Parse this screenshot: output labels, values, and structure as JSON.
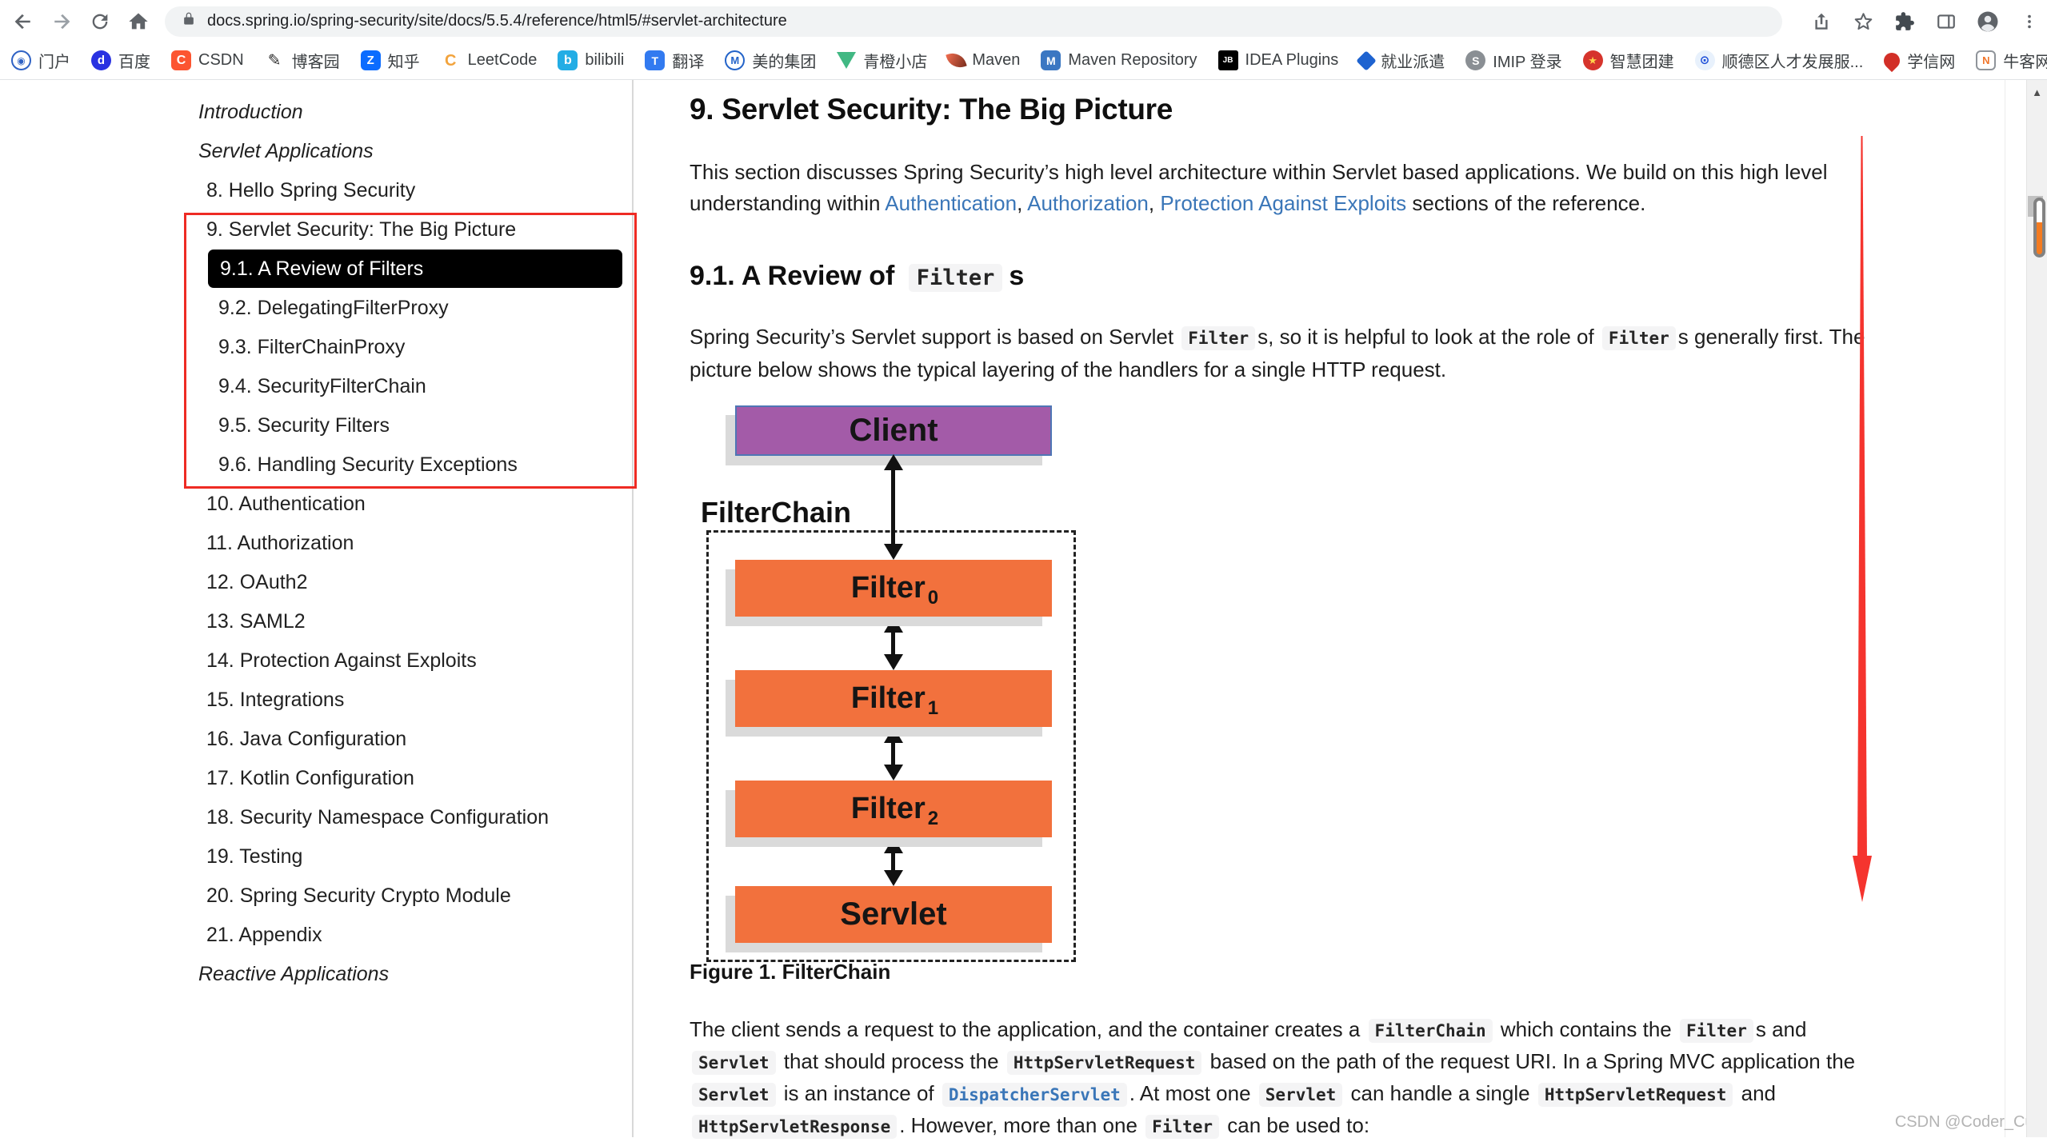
{
  "colors": {
    "annotation_red": "#ee2b24",
    "toc_selected_bg": "#000000",
    "toc_selected_fg": "#ffffff",
    "link_blue": "#3a76b8",
    "inline_code_bg": "#f4f4f5",
    "diagram_client_fill": "#a35ba8",
    "diagram_client_border": "#4f76b5",
    "diagram_filter_fill": "#f2713d",
    "diagram_shadow": "#dadada",
    "scroll_progress_orange": "#f47b20"
  },
  "browser": {
    "url": "docs.spring.io/spring-security/site/docs/5.5.4/reference/html5/#servlet-architecture",
    "overflow_chevron": "»",
    "bookmarks": [
      {
        "id": "portal",
        "label": "门户",
        "icon": "portal-icon",
        "glyph": "◉",
        "shape": "circle",
        "bg": "#ffffff",
        "fg": "#2f62c4",
        "border": "2px solid #2f62c4",
        "fs": 12
      },
      {
        "id": "baidu",
        "label": "百度",
        "icon": "baidu-icon",
        "glyph": "d",
        "shape": "circle",
        "bg": "#2932e1",
        "fg": "#ffffff",
        "fs": 15
      },
      {
        "id": "csdn",
        "label": "CSDN",
        "icon": "csdn-icon",
        "glyph": "C",
        "shape": "rounded",
        "bg": "#fc5531",
        "fg": "#ffffff",
        "fs": 16
      },
      {
        "id": "cnblogs",
        "label": "博客园",
        "icon": "cnblogs-icon",
        "glyph": "✎",
        "shape": "plain",
        "fg": "#2b2b2b",
        "fs": 20
      },
      {
        "id": "zhihu",
        "label": "知乎",
        "icon": "zhihu-icon",
        "glyph": "Z",
        "shape": "rounded",
        "bg": "#0b6cff",
        "fg": "#ffffff",
        "fs": 15
      },
      {
        "id": "leetcode",
        "label": "LeetCode",
        "icon": "leetcode-icon",
        "glyph": "C",
        "shape": "plain",
        "fg": "#f2a33c",
        "fs": 20
      },
      {
        "id": "bilibili",
        "label": "bilibili",
        "icon": "bilibili-icon",
        "glyph": "b",
        "shape": "rounded",
        "bg": "#23ade5",
        "fg": "#ffffff",
        "fs": 16
      },
      {
        "id": "translate",
        "label": "翻译",
        "icon": "translate-icon",
        "glyph": "T",
        "shape": "rounded",
        "bg": "#327af0",
        "fg": "#ffffff",
        "fs": 14
      },
      {
        "id": "midea",
        "label": "美的集团",
        "icon": "midea-icon",
        "glyph": "M",
        "shape": "circle",
        "bg": "#ffffff",
        "fg": "#2464c9",
        "border": "2px solid #2464c9",
        "fs": 13
      },
      {
        "id": "vue",
        "label": "青橙小店",
        "icon": "vue-icon",
        "special": "vue"
      },
      {
        "id": "maven",
        "label": "Maven",
        "icon": "maven-icon",
        "special": "maven"
      },
      {
        "id": "mvnrepo",
        "label": "Maven Repository",
        "icon": "maven-repo-icon",
        "glyph": "M",
        "shape": "rounded",
        "bg": "#3b77c2",
        "fg": "#ffffff",
        "fs": 14
      },
      {
        "id": "idea",
        "label": "IDEA Plugins",
        "icon": "jetbrains-icon",
        "glyph": "JB",
        "shape": "square",
        "bg": "#000000",
        "fg": "#ffffff",
        "fs": 10
      },
      {
        "id": "jiuye",
        "label": "就业派遣",
        "icon": "shield-icon",
        "special": "shield"
      },
      {
        "id": "imip",
        "label": "IMIP 登录",
        "icon": "imip-icon",
        "glyph": "S",
        "shape": "circle",
        "bg": "#8a8f94",
        "fg": "#ffffff",
        "fs": 14
      },
      {
        "id": "tuanjian",
        "label": "智慧团建",
        "icon": "youth-league-icon",
        "glyph": "★",
        "shape": "circle",
        "bg": "#d6342c",
        "fg": "#ffd24a",
        "fs": 13
      },
      {
        "id": "shunde",
        "label": "顺德区人才发展服...",
        "icon": "shunde-icon",
        "glyph": "⊙",
        "shape": "circle",
        "bg": "#e8f1fc",
        "fg": "#1d4ed8",
        "fs": 15
      },
      {
        "id": "chsi",
        "label": "学信网",
        "icon": "chsi-icon",
        "special": "chsi"
      },
      {
        "id": "nowcoder",
        "label": "牛客网",
        "icon": "nowcoder-icon",
        "glyph": "N",
        "shape": "rounded",
        "bg": "#ffffff",
        "fg": "#f0752a",
        "border": "2px solid #8f949a",
        "fs": 13
      }
    ]
  },
  "sidebar": {
    "items": [
      {
        "label": "Introduction",
        "type": "part"
      },
      {
        "label": "Servlet Applications",
        "type": "part"
      },
      {
        "label": "8. Hello Spring Security",
        "type": "chapter"
      },
      {
        "label": "9. Servlet Security: The Big Picture",
        "type": "chapter"
      },
      {
        "label": "9.1. A Review of Filters",
        "type": "section",
        "selected": true
      },
      {
        "label": "9.2. DelegatingFilterProxy",
        "type": "section"
      },
      {
        "label": "9.3. FilterChainProxy",
        "type": "section"
      },
      {
        "label": "9.4. SecurityFilterChain",
        "type": "section"
      },
      {
        "label": "9.5. Security Filters",
        "type": "section"
      },
      {
        "label": "9.6. Handling Security Exceptions",
        "type": "section"
      },
      {
        "label": "10. Authentication",
        "type": "chapter"
      },
      {
        "label": "11. Authorization",
        "type": "chapter"
      },
      {
        "label": "12. OAuth2",
        "type": "chapter"
      },
      {
        "label": "13. SAML2",
        "type": "chapter"
      },
      {
        "label": "14. Protection Against Exploits",
        "type": "chapter"
      },
      {
        "label": "15. Integrations",
        "type": "chapter"
      },
      {
        "label": "16. Java Configuration",
        "type": "chapter"
      },
      {
        "label": "17. Kotlin Configuration",
        "type": "chapter"
      },
      {
        "label": "18. Security Namespace Configuration",
        "type": "chapter"
      },
      {
        "label": "19. Testing",
        "type": "chapter"
      },
      {
        "label": "20. Spring Security Crypto Module",
        "type": "chapter"
      },
      {
        "label": "21. Appendix",
        "type": "chapter"
      },
      {
        "label": "Reactive Applications",
        "type": "part"
      }
    ]
  },
  "content": {
    "h1": "9. Servlet Security: The Big Picture",
    "p1_segments": [
      {
        "t": "text",
        "v": "This section discusses Spring Security’s high level architecture within Servlet based applications. We build on this high level understanding within "
      },
      {
        "t": "link",
        "v": "Authentication"
      },
      {
        "t": "text",
        "v": ", "
      },
      {
        "t": "link",
        "v": "Authorization"
      },
      {
        "t": "text",
        "v": ", "
      },
      {
        "t": "link",
        "v": "Protection Against Exploits"
      },
      {
        "t": "text",
        "v": " sections of the reference."
      }
    ],
    "h2_segments": [
      {
        "t": "text",
        "v": "9.1. A Review of "
      },
      {
        "t": "code",
        "v": "Filter"
      },
      {
        "t": "text",
        "v": "s"
      }
    ],
    "p2_segments": [
      {
        "t": "text",
        "v": "Spring Security’s Servlet support is based on Servlet "
      },
      {
        "t": "code",
        "v": "Filter"
      },
      {
        "t": "text",
        "v": "s, so it is helpful to look at the role of "
      },
      {
        "t": "code",
        "v": "Filter"
      },
      {
        "t": "text",
        "v": "s generally first. The picture below shows the typical layering of the handlers for a single HTTP request."
      }
    ],
    "figure_caption": "Figure 1. FilterChain",
    "p3_segments": [
      {
        "t": "text",
        "v": "The client sends a request to the application, and the container creates a "
      },
      {
        "t": "code",
        "v": "FilterChain"
      },
      {
        "t": "text",
        "v": " which contains the "
      },
      {
        "t": "code",
        "v": "Filter"
      },
      {
        "t": "text",
        "v": "s and "
      },
      {
        "t": "code",
        "v": "Servlet"
      },
      {
        "t": "text",
        "v": " that should process the "
      },
      {
        "t": "code",
        "v": "HttpServletRequest"
      },
      {
        "t": "text",
        "v": " based on the path of the request URI. In a Spring MVC application the "
      },
      {
        "t": "code",
        "v": "Servlet"
      },
      {
        "t": "text",
        "v": " is an instance of "
      },
      {
        "t": "codelink",
        "v": "DispatcherServlet"
      },
      {
        "t": "text",
        "v": ". At most one "
      },
      {
        "t": "code",
        "v": "Servlet"
      },
      {
        "t": "text",
        "v": " can handle a single "
      },
      {
        "t": "code",
        "v": "HttpServletRequest"
      },
      {
        "t": "text",
        "v": " and "
      },
      {
        "t": "code",
        "v": "HttpServletResponse"
      },
      {
        "t": "text",
        "v": ". However, more than one "
      },
      {
        "t": "code",
        "v": "Filter"
      },
      {
        "t": "text",
        "v": " can be used to:"
      }
    ]
  },
  "diagram": {
    "client_label": "Client",
    "filterchain_label": "FilterChain",
    "filters": [
      {
        "name": "Filter",
        "sub": "0"
      },
      {
        "name": "Filter",
        "sub": "1"
      },
      {
        "name": "Filter",
        "sub": "2"
      }
    ],
    "servlet_label": "Servlet"
  },
  "watermark": "CSDN @Coder_Cui"
}
